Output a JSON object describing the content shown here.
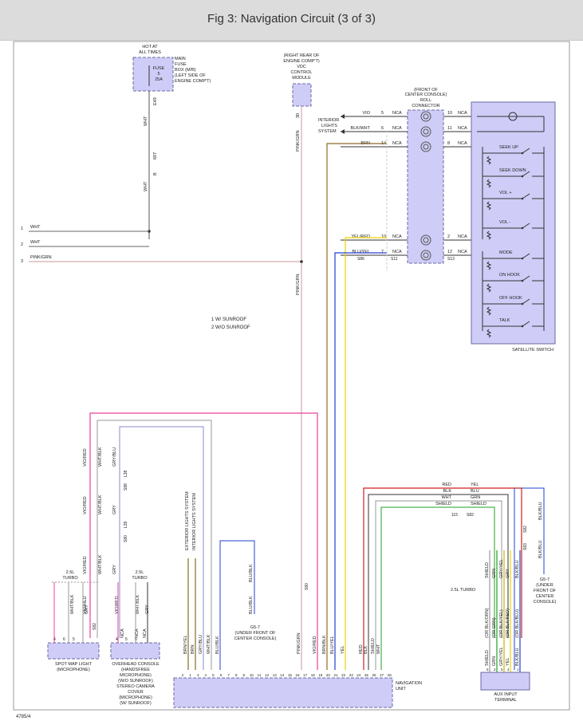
{
  "header": {
    "title": "Fig 3: Navigation Circuit (3 of 3)"
  },
  "figure_id": "4785/4",
  "fuse_box": {
    "caption": [
      "HOT AT",
      "ALL TIMES"
    ],
    "fuse": [
      "FUSE",
      "5",
      "25A"
    ],
    "name": [
      "MAIN",
      "FUSE",
      "BOX (M/B)",
      "(LEFT SIDE OF",
      "ENGINE COMP'T)"
    ],
    "circuits": [
      "E49",
      "697",
      "B"
    ],
    "wire": "WHT"
  },
  "vdc_module": {
    "name": [
      "(RIGHT REAR OF",
      "ENGINE COMP'T)",
      "VDC",
      "CONTROL",
      "MODULE"
    ],
    "pin": "30",
    "wire": "PINK/GRN"
  },
  "left_refs": [
    {
      "n": "1",
      "wire": "WHT"
    },
    {
      "n": "2",
      "wire": "WHT"
    },
    {
      "n": "3",
      "wire": "PINK/GRN"
    }
  ],
  "notes": [
    "1 W/ SUNROOF",
    "2 W/O SUNROOF"
  ],
  "roll_connector": {
    "name": [
      "(FRONT OF",
      "CENTER CONSOLE)",
      "ROLL",
      "CONNECTOR"
    ],
    "lights_label": [
      "INTERIOR",
      "LIGHTS",
      "SYSTEM"
    ],
    "left_rows": [
      {
        "wire": "VIO",
        "pin": "5",
        "nca": "NCA"
      },
      {
        "wire": "BLK/WHT",
        "pin": "6",
        "nca": "NCA"
      },
      {
        "wire": "BRN",
        "pin": "14",
        "nca": "NCA"
      },
      {
        "wire": "YEL/RED",
        "pin": "10",
        "nca": "NCA"
      },
      {
        "wire": "BLU/YEL",
        "pin": "7",
        "nca": "NCA"
      }
    ],
    "right_rows": [
      {
        "pin": "10",
        "nca": "NCA"
      },
      {
        "pin": "11",
        "nca": "NCA"
      },
      {
        "pin": "8",
        "nca": "NCA"
      },
      {
        "pin": "2",
        "nca": "NCA"
      },
      {
        "pin": "12",
        "nca": "NCA"
      }
    ],
    "codes": [
      "S86",
      "S11",
      "S13"
    ]
  },
  "satellite_switch": {
    "name": "SATELLITE SWITCH",
    "buttons": [
      "SEEK UP",
      "SEEK DOWN",
      "VOL +",
      "VOL -",
      "MODE",
      "ON HOOK",
      "OFF HOOK",
      "TALK"
    ]
  },
  "nav_unit": {
    "name": [
      "NAVIGATION",
      "UNIT"
    ],
    "pins": [
      "2",
      "1",
      "3",
      "4",
      "5",
      "6",
      "7",
      "8",
      "9",
      "10",
      "11",
      "12",
      "13",
      "14",
      "15",
      "16",
      "17",
      "18",
      "19",
      "20",
      "21",
      "22",
      "23",
      "24",
      "25",
      "26",
      "27",
      "28"
    ],
    "wires": [
      "BRN/YEL",
      "BRN",
      "GRY/BLU",
      "WHT/BLK",
      "BLU/BLK",
      "PINK/GRN",
      "VIO/RED",
      "BRN/BLK",
      "BLU/YEL",
      "YEL",
      "RED",
      "BLK",
      "SHIELD",
      "WHT"
    ]
  },
  "exterior_labels": [
    "EXTERIOR LIGHTS SYSTEM",
    "INTERIOR LIGHTS SYSTEM"
  ],
  "spot_map_light": {
    "name": [
      "SPOT MAP LIGHT",
      "(MICROPHONE)"
    ],
    "pins": [
      "4",
      "6",
      "5"
    ],
    "code": "S82"
  },
  "overhead_console": {
    "name": [
      "OVERHEAD CONSOLE",
      "(HANDSFREE",
      "MICROPHONE)",
      "(W/O SUNROOF)",
      "STEREO CAMERA",
      "COVER",
      "(MICROPHONE)",
      "(W/ SUNROOF)"
    ],
    "pins": [
      "4",
      "5",
      "6"
    ]
  },
  "harness_labels": {
    "turbo": [
      "2.5L",
      "TURBO"
    ],
    "wires": [
      "VIO/RED",
      "WHT/BLK",
      "GRY/BLU",
      "VIO/RED",
      "WHT/BLK",
      "GRY",
      "VIO/RED",
      "WHT/BLK",
      "GRY",
      "BLU/BLK",
      "NCA",
      "NCA",
      "NCA"
    ],
    "codes": [
      "L38",
      "S88",
      "L39",
      "S80",
      "S82"
    ]
  },
  "ground_g57_a": {
    "name": [
      "G5-7",
      "(UNDER FRONT OF",
      "CENTER CONSOLE)"
    ],
    "wire": "BLU/BLK"
  },
  "ground_g57_b": {
    "name": [
      "G5-7",
      "(UNDER",
      "FRONT OF",
      "CENTER",
      "CONSOLE)"
    ],
    "wire": "BLK/BLU"
  },
  "aux_terminal": {
    "name": [
      "AUX INPUT",
      "TERMINAL"
    ],
    "top_wires": [
      "RED",
      "BLK",
      "WHT",
      "SHIELD"
    ],
    "right_wires": [
      "YEL",
      "BLU",
      "GRN",
      "SHIELD"
    ],
    "codes": [
      "115",
      "S82",
      "S82",
      "S83"
    ],
    "lower_wires": [
      "SHIELD",
      "GRN",
      "GRY/YEL",
      "GRY",
      "BLK/BLU"
    ],
    "bottom_wires": [
      "SHIELD",
      "GRN",
      "GRY/YEL",
      "YEL",
      "BLK/BLU"
    ],
    "alt_wires": [
      "(OR BLK/ORN)",
      "(OR GRN)",
      "(OR BLK/YEL)",
      "(OR BLK/RED)",
      "(OR BLK/BLU)"
    ],
    "turbo": "2.5L TURBO",
    "pins": [
      "6",
      "2",
      "5",
      "4",
      "1"
    ]
  },
  "colors": {
    "component": "#cfcdf7",
    "pink_wire": "#e8409a",
    "brown_wire": "#8b6a20",
    "yellow_wire": "#f0d000",
    "blue_wire": "#2040d0",
    "red_wire": "#d02020",
    "green_wire": "#20a020"
  }
}
